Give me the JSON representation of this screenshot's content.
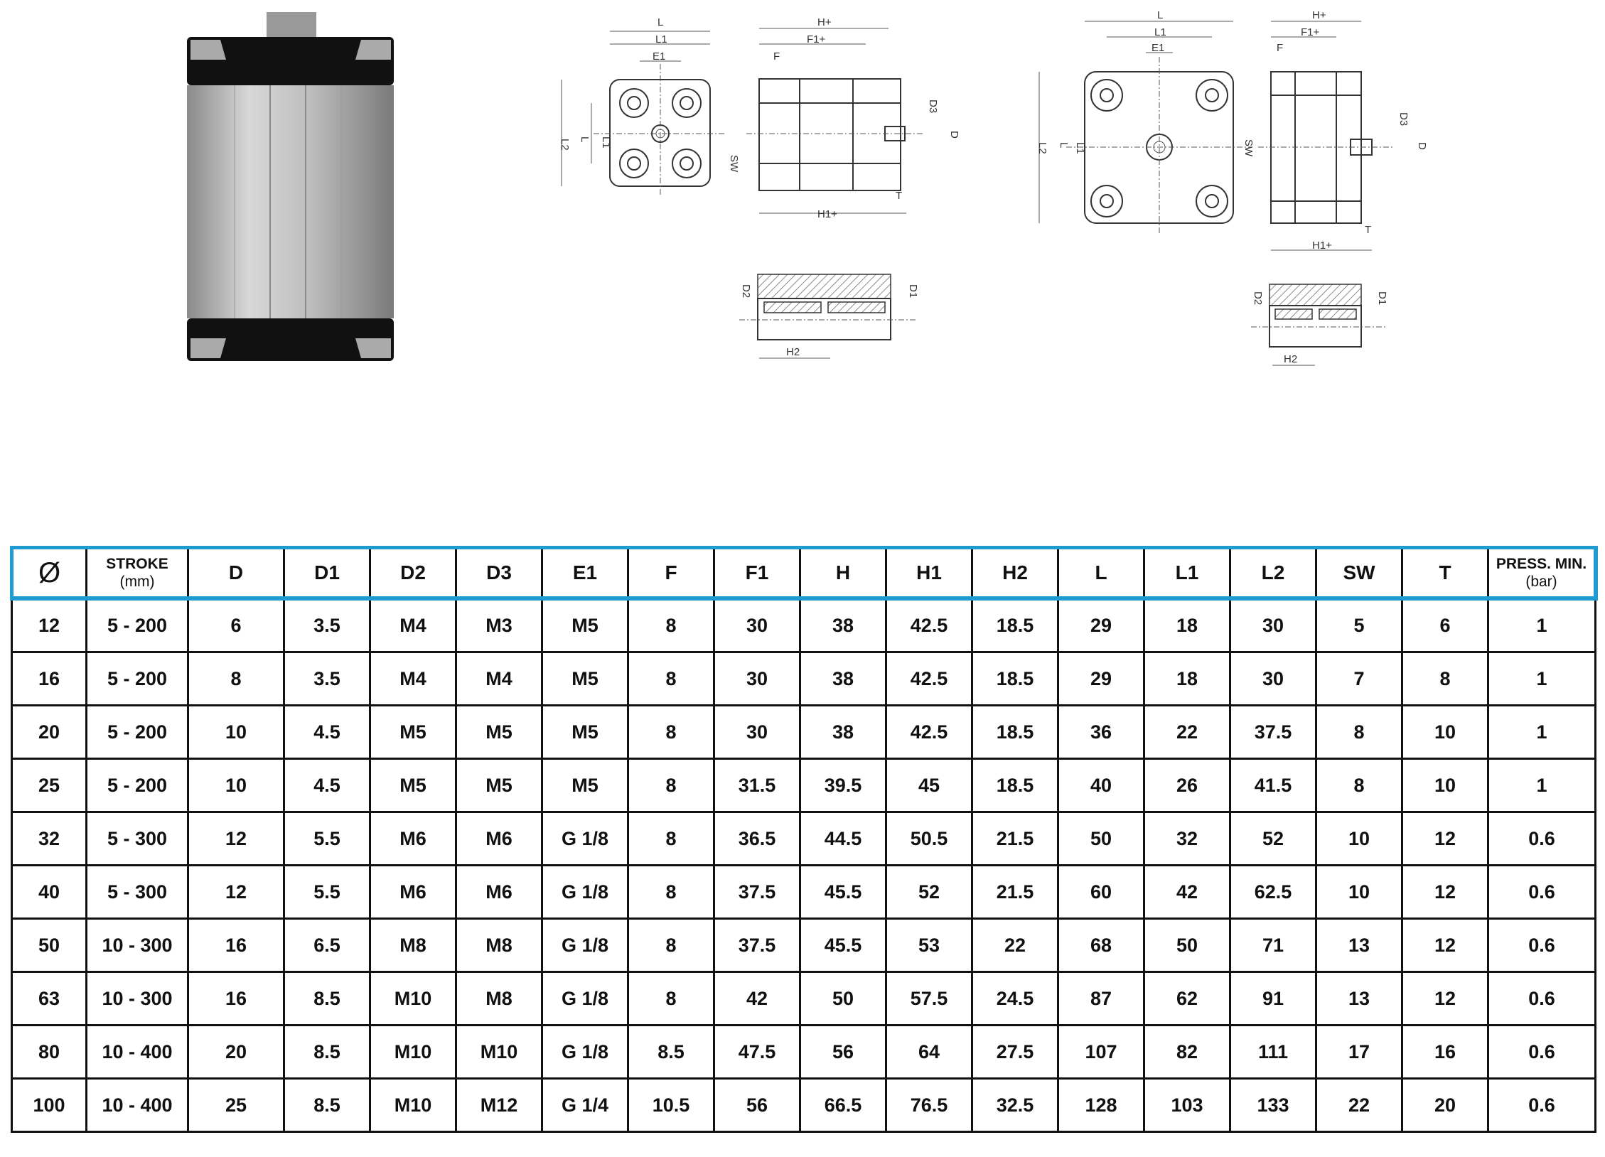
{
  "drawing_labels": {
    "L": "L",
    "L1": "L1",
    "L2": "L2",
    "E1": "E1",
    "H": "H+",
    "F1": "F1+",
    "F": "F",
    "D3": "D3",
    "D": "D",
    "SW": "SW",
    "T": "T",
    "H1": "H1+",
    "D1": "D1",
    "D2": "D2",
    "H2": "H2"
  },
  "table": {
    "headers": [
      {
        "label": "Ø"
      },
      {
        "label": "STROKE",
        "sub": "(mm)"
      },
      {
        "label": "D"
      },
      {
        "label": "D1"
      },
      {
        "label": "D2"
      },
      {
        "label": "D3"
      },
      {
        "label": "E1"
      },
      {
        "label": "F"
      },
      {
        "label": "F1"
      },
      {
        "label": "H"
      },
      {
        "label": "H1"
      },
      {
        "label": "H2"
      },
      {
        "label": "L"
      },
      {
        "label": "L1"
      },
      {
        "label": "L2"
      },
      {
        "label": "SW"
      },
      {
        "label": "T"
      },
      {
        "label": "PRESS. MIN.",
        "sub": "(bar)"
      }
    ],
    "rows": [
      [
        "12",
        "5 - 200",
        "6",
        "3.5",
        "M4",
        "M3",
        "M5",
        "8",
        "30",
        "38",
        "42.5",
        "18.5",
        "29",
        "18",
        "30",
        "5",
        "6",
        "1"
      ],
      [
        "16",
        "5 - 200",
        "8",
        "3.5",
        "M4",
        "M4",
        "M5",
        "8",
        "30",
        "38",
        "42.5",
        "18.5",
        "29",
        "18",
        "30",
        "7",
        "8",
        "1"
      ],
      [
        "20",
        "5 - 200",
        "10",
        "4.5",
        "M5",
        "M5",
        "M5",
        "8",
        "30",
        "38",
        "42.5",
        "18.5",
        "36",
        "22",
        "37.5",
        "8",
        "10",
        "1"
      ],
      [
        "25",
        "5 - 200",
        "10",
        "4.5",
        "M5",
        "M5",
        "M5",
        "8",
        "31.5",
        "39.5",
        "45",
        "18.5",
        "40",
        "26",
        "41.5",
        "8",
        "10",
        "1"
      ],
      [
        "32",
        "5 - 300",
        "12",
        "5.5",
        "M6",
        "M6",
        "G 1/8",
        "8",
        "36.5",
        "44.5",
        "50.5",
        "21.5",
        "50",
        "32",
        "52",
        "10",
        "12",
        "0.6"
      ],
      [
        "40",
        "5 - 300",
        "12",
        "5.5",
        "M6",
        "M6",
        "G 1/8",
        "8",
        "37.5",
        "45.5",
        "52",
        "21.5",
        "60",
        "42",
        "62.5",
        "10",
        "12",
        "0.6"
      ],
      [
        "50",
        "10 - 300",
        "16",
        "6.5",
        "M8",
        "M8",
        "G 1/8",
        "8",
        "37.5",
        "45.5",
        "53",
        "22",
        "68",
        "50",
        "71",
        "13",
        "12",
        "0.6"
      ],
      [
        "63",
        "10 - 300",
        "16",
        "8.5",
        "M10",
        "M8",
        "G 1/8",
        "8",
        "42",
        "50",
        "57.5",
        "24.5",
        "87",
        "62",
        "91",
        "13",
        "12",
        "0.6"
      ],
      [
        "80",
        "10 - 400",
        "20",
        "8.5",
        "M10",
        "M10",
        "G 1/8",
        "8.5",
        "47.5",
        "56",
        "64",
        "27.5",
        "107",
        "82",
        "111",
        "17",
        "16",
        "0.6"
      ],
      [
        "100",
        "10 - 400",
        "25",
        "8.5",
        "M10",
        "M12",
        "G 1/4",
        "10.5",
        "56",
        "66.5",
        "76.5",
        "32.5",
        "128",
        "103",
        "133",
        "22",
        "20",
        "0.6"
      ]
    ]
  },
  "colors": {
    "header_border": "#1f9bd1"
  }
}
